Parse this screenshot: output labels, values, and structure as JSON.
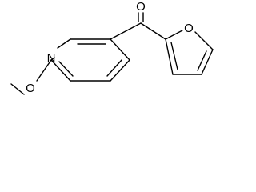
{
  "molecule": {
    "atoms": {
      "pyridine_nitrogen": "N",
      "carbonyl_oxygen": "O",
      "furan_oxygen": "O",
      "methoxy_oxygen": "O"
    }
  }
}
